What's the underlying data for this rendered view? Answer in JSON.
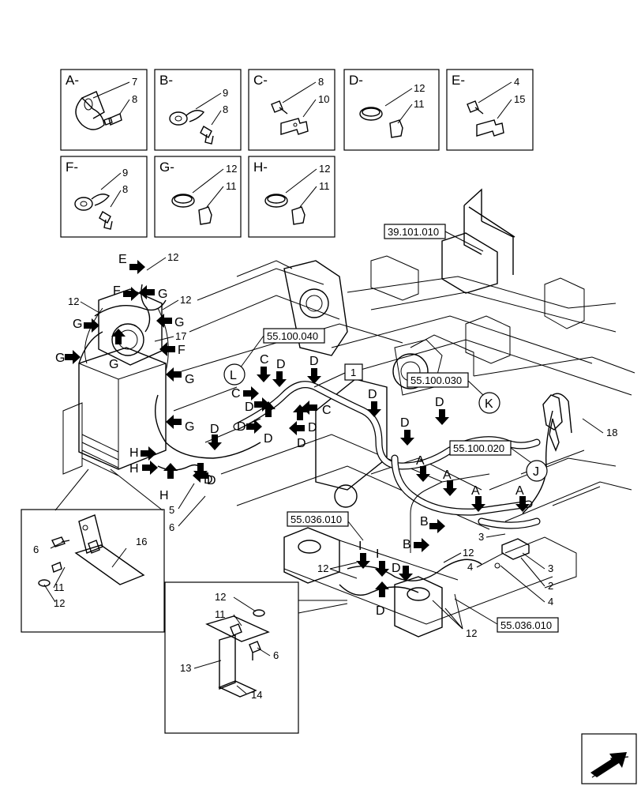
{
  "kits": [
    {
      "id": "A",
      "caption": "A-",
      "parts": [
        "7",
        "8"
      ]
    },
    {
      "id": "B",
      "caption": "B-",
      "parts": [
        "9",
        "8"
      ]
    },
    {
      "id": "C",
      "caption": "C-",
      "parts": [
        "8",
        "10"
      ]
    },
    {
      "id": "D",
      "caption": "D-",
      "parts": [
        "12",
        "11"
      ]
    },
    {
      "id": "E",
      "caption": "E-",
      "parts": [
        "4",
        "15"
      ]
    },
    {
      "id": "F",
      "caption": "F-",
      "parts": [
        "9",
        "8"
      ]
    },
    {
      "id": "G",
      "caption": "G-",
      "parts": [
        "12",
        "11"
      ]
    },
    {
      "id": "H",
      "caption": "H-",
      "parts": [
        "12",
        "11"
      ]
    }
  ],
  "references": {
    "r1": "39.101.010",
    "r2": "55.100.040",
    "r3": "55.100.030",
    "r4": "55.100.020",
    "r5": "55.036.010",
    "r6": "55.036.010"
  },
  "item_box": "1",
  "view_circles": {
    "L": "L",
    "K": "K",
    "J": "J"
  },
  "arrow_letters": {
    "E": "E",
    "F": "F",
    "G": "G",
    "C": "C",
    "D": "D",
    "H": "H",
    "A": "A",
    "B": "B",
    "I": "I"
  },
  "callouts": {
    "n2": "2",
    "n3": "3",
    "n4": "4",
    "n5": "5",
    "n6": "6",
    "n11": "11",
    "n12": "12",
    "n13": "13",
    "n14": "14",
    "n16": "16",
    "n17": "17",
    "n18": "18"
  }
}
